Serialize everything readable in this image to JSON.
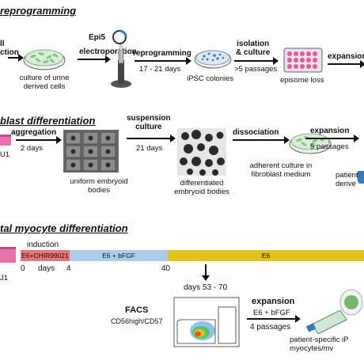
{
  "section1": {
    "title": "reprogramming",
    "cell_collection": "ll\nction",
    "epi5_label": "Epi5",
    "electroporation_label": "electroporation",
    "culture_caption": "culture of urine\nderived cells",
    "reprogramming_label": "reprogramming",
    "reprogramming_days": "17 - 21 days",
    "colonies_caption": "iPSC colonies",
    "isolation_label": "isolation\n& culture",
    "passages_label": ">5 passages",
    "episome_caption": "episome loss",
    "expansion_label": "expansion"
  },
  "section2": {
    "title": "blast differentiation",
    "left_label": "U1",
    "aggregation_label": "aggregation",
    "aggregation_days": "2 days",
    "embryoid_caption": "uniform embryoid\nbodies",
    "suspension_label": "suspension\nculture",
    "suspension_days": "21 days",
    "differentiated_caption": "differentiated\nembryoid bodies",
    "dissociation_label": "dissociation",
    "adherent_caption": "adherent culture in\nfibroblast medium",
    "expansion_label": "expansion",
    "expansion_passages": "5 passages",
    "patient_caption": "patient\nderive"
  },
  "section3": {
    "title": "tal myocyte differentiation",
    "induction_label": "induction",
    "seg1_label": "E6+CHIR99021",
    "seg2_label": "E6 + bFGF",
    "seg3_label": "E6",
    "tick_0": "0",
    "tick_days": "days",
    "tick_4": "4",
    "tick_40": "40",
    "left_label": "J1",
    "days_label": "days 53 - 70",
    "facs_label": "FACS",
    "facs_sub": "CD56high/CD57",
    "expansion_label": "expansion",
    "expansion_medium": "E6 + bFGF",
    "expansion_passages": "4 passages",
    "patient_caption": "patient-specific iP\nmyocytes/mv"
  },
  "colors": {
    "seg1": "#e8757a",
    "seg2": "#a9cdea",
    "seg3": "#e3c21f",
    "dish_green": "#7fc77f",
    "colony_blue": "#3a78c2",
    "well_pink": "#e05a9c"
  }
}
